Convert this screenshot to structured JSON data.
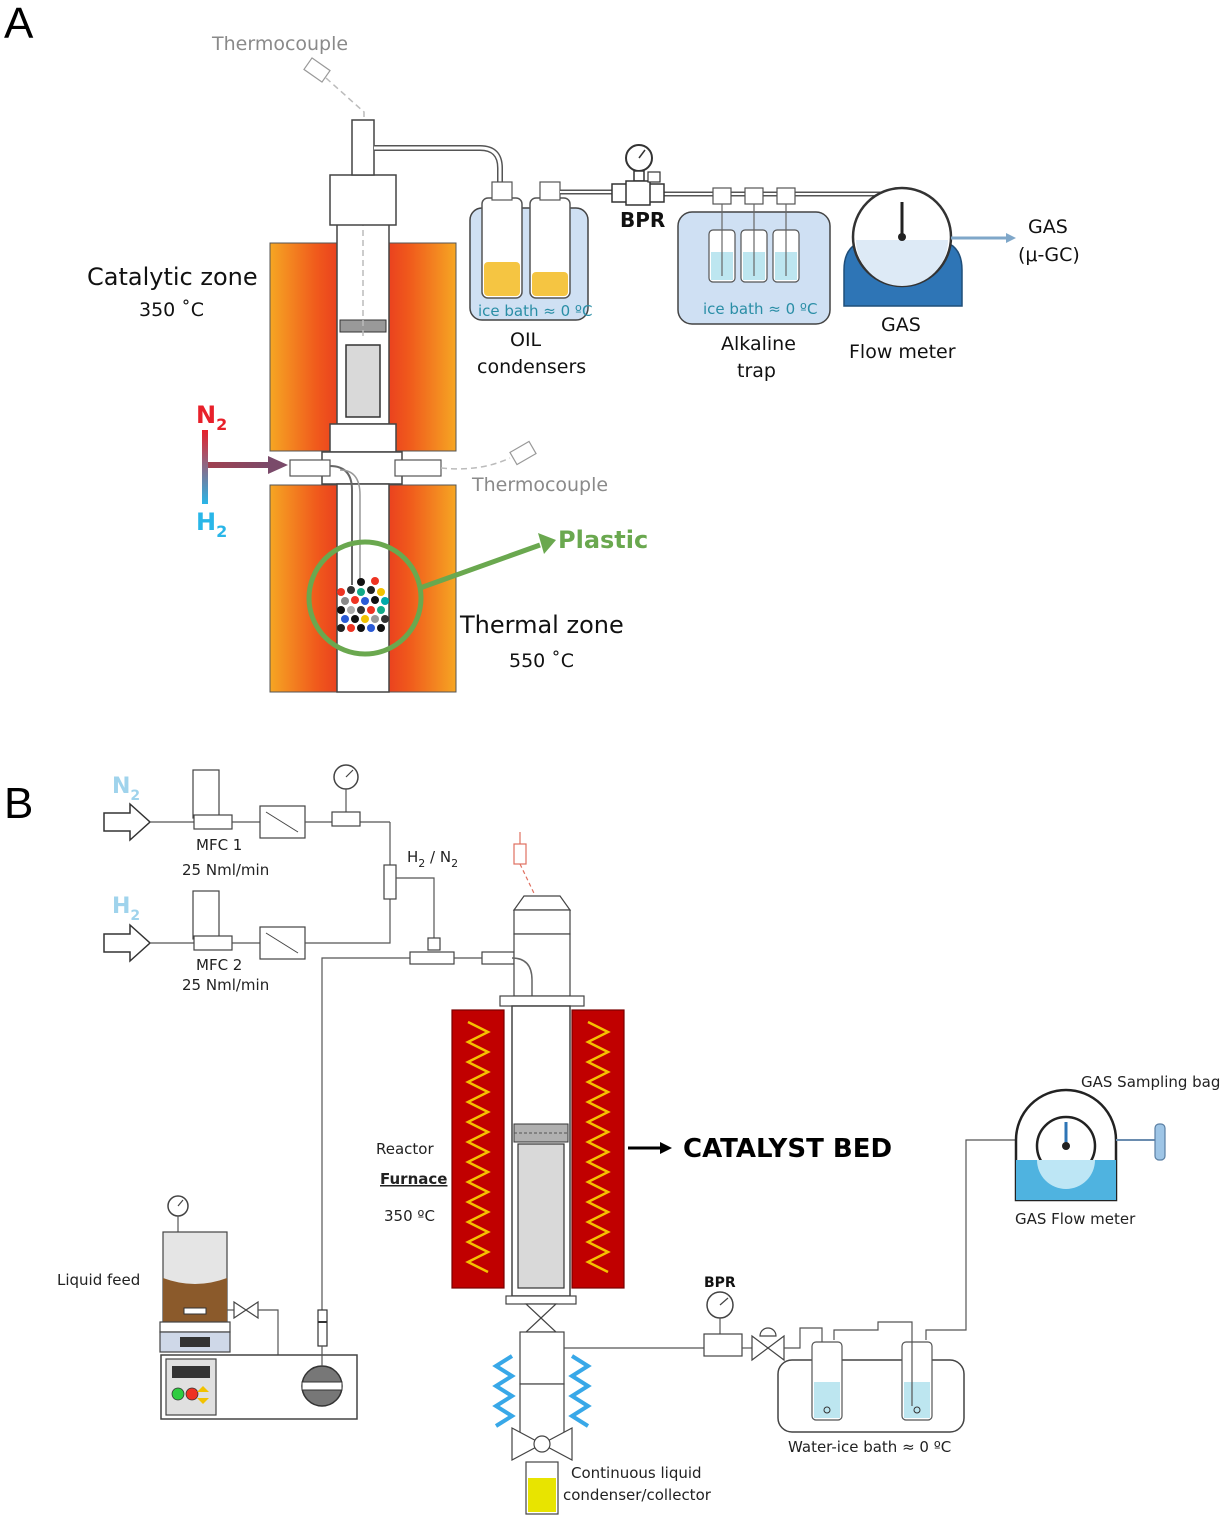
{
  "panel_a": {
    "letter": "A",
    "thermocouple_top": "Thermocouple",
    "thermocouple_side": "Thermocouple",
    "catalytic_zone": "Catalytic zone",
    "catalytic_temp": "350 ˚C",
    "thermal_zone": "Thermal zone",
    "thermal_temp": "550 ˚C",
    "n2_main": "N",
    "n2_sub": "2",
    "h2_main": "H",
    "h2_sub": "2",
    "plastic": "Plastic",
    "ice_bath_1": "ice bath ≈ 0 ºC",
    "ice_bath_2": "ice bath ≈ 0 ºC",
    "oil_line1": "OIL",
    "oil_line2": "condensers",
    "bpr": "BPR",
    "alkaline_line1": "Alkaline",
    "alkaline_line2": "trap",
    "gas_flow_line1": "GAS",
    "gas_flow_line2": "Flow meter",
    "gas_out_line1": "GAS",
    "gas_out_line2": "(μ-GC)"
  },
  "panel_b": {
    "letter": "B",
    "n2_main": "N",
    "n2_sub": "2",
    "h2_main": "H",
    "h2_sub": "2",
    "mfc1": "MFC 1",
    "mfc1_flow": "25 Nml/min",
    "mfc2": "MFC 2",
    "mfc2_flow": "25 Nml/min",
    "mix_h": "H",
    "mix_sub1": "2",
    "mix_slash": " / N",
    "mix_sub2": "2",
    "reactor": "Reactor",
    "furnace": "Furnace",
    "temp": "350 ºC",
    "catalyst_bed": "CATALYST BED",
    "liquid_feed": "Liquid feed",
    "bpr": "BPR",
    "water_ice": "Water-ice bath ≈ 0 ºC",
    "gas_bag": "GAS Sampling bag",
    "gas_flow_meter": "GAS Flow meter",
    "condenser_line1": "Continuous liquid",
    "condenser_line2": "condenser/collector"
  },
  "colors": {
    "n2_red": "#e8202a",
    "h2_cyan": "#29b6e8",
    "plastic_green": "#6aa84f",
    "furnace_red": "#c00000",
    "ice_blue": "#cfe0f3",
    "meter_blue": "#2e75b6"
  }
}
